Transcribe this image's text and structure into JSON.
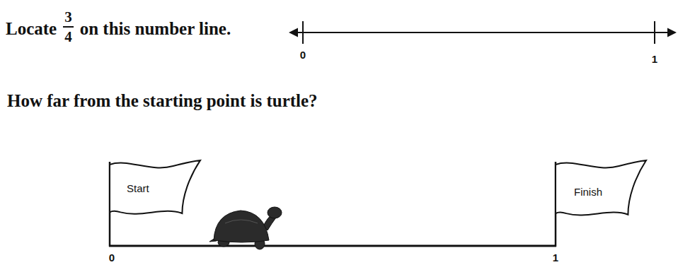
{
  "diagram": {
    "nodes": [
      {
        "text": [
          "Start"
        ]
      },
      {
        "text": [
          "Finish"
        ]
      }
    ],
    "labels": [
      "Locate",
      "3",
      "4",
      "on this number line.",
      "0",
      "1",
      "How far from the starting point is turtle?",
      "0",
      "1"
    ]
  }
}
